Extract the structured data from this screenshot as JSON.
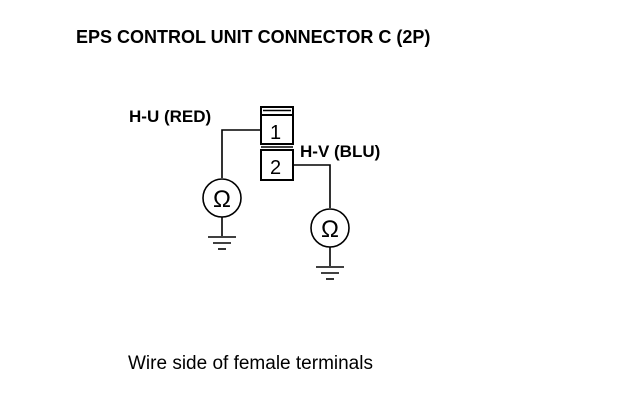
{
  "title": "EPS CONTROL UNIT CONNECTOR C (2P)",
  "connector": {
    "terminals": [
      {
        "number": "1",
        "wire_label": "H-U (RED)"
      },
      {
        "number": "2",
        "wire_label": "H-V (BLU)"
      }
    ]
  },
  "meters": [
    {
      "symbol": "Ω"
    },
    {
      "symbol": "Ω"
    }
  ],
  "caption": "Wire side of female terminals"
}
